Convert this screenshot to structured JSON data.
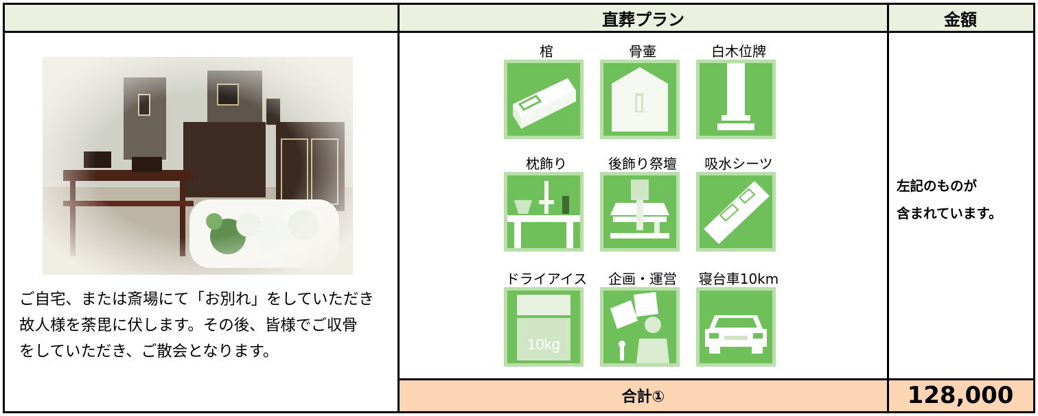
{
  "header": {
    "plan_title": "直葬プラン",
    "amount_title": "金額"
  },
  "description": "ご自宅、または斎場にて「お別れ」をしていただき\n故人様を荼毘に伏します。その後、皆様でご収骨\nをしていただき、ご散会となります。",
  "items": [
    {
      "label": "棺",
      "icon": "coffin-icon"
    },
    {
      "label": "骨壷",
      "icon": "urn-icon"
    },
    {
      "label": "白木位牌",
      "icon": "memorial-tablet-icon"
    },
    {
      "label": "枕飾り",
      "icon": "pillow-altar-icon"
    },
    {
      "label": "後飾り祭壇",
      "icon": "altar-icon"
    },
    {
      "label": "吸水シーツ",
      "icon": "absorbent-sheet-icon"
    },
    {
      "label": "ドライアイス",
      "icon": "dry-ice-icon",
      "tile_text": "10kg"
    },
    {
      "label": "企画・運営",
      "icon": "staff-planning-icon"
    },
    {
      "label": "寝台車10km",
      "icon": "hearse-car-icon"
    }
  ],
  "amount_note": "左記のものが\n含まれています。",
  "total": {
    "label": "合計①",
    "value": "128,000"
  },
  "colors": {
    "header_bg": "#ebf1de",
    "total_bg": "#fcd5b4",
    "tile_green": "#6fbf5a",
    "tile_border": "#b9dfa9"
  }
}
